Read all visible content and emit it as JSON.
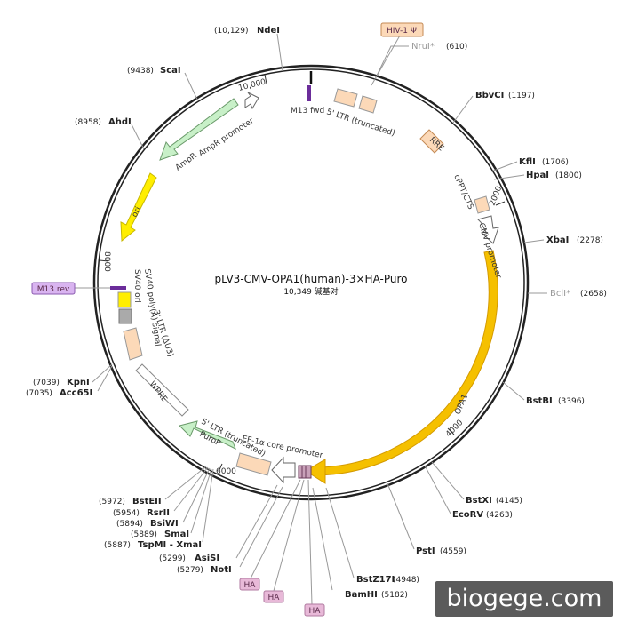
{
  "plasmid": {
    "name": "pLV3-CMV-OPA1(human)-3×HA-Puro",
    "size_text": "10,349 碱基对",
    "length": 10349
  },
  "ticks": [
    "2000",
    "4000",
    "6000",
    "8000",
    "10,000"
  ],
  "features": [
    {
      "name": "M13 fwd",
      "type": "primer"
    },
    {
      "name": "5' LTR (truncated)",
      "type": "ltr"
    },
    {
      "name": "RRE",
      "type": "misc"
    },
    {
      "name": "cPPT/CTS",
      "type": "misc"
    },
    {
      "name": "CMV promoter",
      "type": "promoter"
    },
    {
      "name": "OPA1",
      "type": "cds"
    },
    {
      "name": "EF-1α core promoter",
      "type": "promoter"
    },
    {
      "name": "PuroR",
      "type": "marker"
    },
    {
      "name": "5' LTR (truncated)",
      "type": "ltr"
    },
    {
      "name": "WPRE",
      "type": "misc"
    },
    {
      "name": "3' LTR (ΔU3)",
      "type": "ltr"
    },
    {
      "name": "SV40 poly(A) signal",
      "type": "polya"
    },
    {
      "name": "SV40 ori",
      "type": "ori"
    },
    {
      "name": "ori",
      "type": "ori"
    },
    {
      "name": "AmpR",
      "type": "marker"
    },
    {
      "name": "AmpR promoter",
      "type": "promoter"
    }
  ],
  "tags": [
    "HIV-1 Ψ",
    "M13 rev",
    "HA",
    "HA",
    "HA"
  ],
  "sites": [
    {
      "name": "NdeI",
      "pos": "(10,129)",
      "grey": false
    },
    {
      "name": "NruI*",
      "pos": "(610)",
      "grey": true
    },
    {
      "name": "BbvCI",
      "pos": "(1197)",
      "grey": false
    },
    {
      "name": "KflI",
      "pos": "(1706)",
      "grey": false
    },
    {
      "name": "HpaI",
      "pos": "(1800)",
      "grey": false
    },
    {
      "name": "XbaI",
      "pos": "(2278)",
      "grey": false
    },
    {
      "name": "BclI*",
      "pos": "(2658)",
      "grey": true
    },
    {
      "name": "BstBI",
      "pos": "(3396)",
      "grey": false
    },
    {
      "name": "BstXI",
      "pos": "(4145)",
      "grey": false
    },
    {
      "name": "EcoRV",
      "pos": "(4263)",
      "grey": false
    },
    {
      "name": "PstI",
      "pos": "(4559)",
      "grey": false
    },
    {
      "name": "BstZ17I",
      "pos": "(4948)",
      "grey": false
    },
    {
      "name": "BamHI",
      "pos": "(5182)",
      "grey": false
    },
    {
      "name": "NotI",
      "pos": "(5279)",
      "grey": false
    },
    {
      "name": "AsiSI",
      "pos": "(5299)",
      "grey": false
    },
    {
      "name": "TspMI - XmaI",
      "pos": "(5887)",
      "grey": false
    },
    {
      "name": "SmaI",
      "pos": "(5889)",
      "grey": false
    },
    {
      "name": "BsiWI",
      "pos": "(5894)",
      "grey": false
    },
    {
      "name": "RsrII",
      "pos": "(5954)",
      "grey": false
    },
    {
      "name": "BstEII",
      "pos": "(5972)",
      "grey": false
    },
    {
      "name": "Acc65I",
      "pos": "(7035)",
      "grey": false
    },
    {
      "name": "KpnI",
      "pos": "(7039)",
      "grey": false
    },
    {
      "name": "AhdI",
      "pos": "(8958)",
      "grey": false
    },
    {
      "name": "ScaI",
      "pos": "(9438)",
      "grey": false
    }
  ],
  "colors": {
    "backbone": "#222222",
    "cds": "#f5c000",
    "cds_edge": "#d49a00",
    "marker": "#c8f0c8",
    "ori": "#ffee00",
    "ltr": "#fcd9b8",
    "promoter": "#ffffff",
    "primer": "#6b2d9a",
    "tag_fill": "#e8b9d8",
    "tag_stroke": "#b07aa0",
    "watermark_bg": "#5b5b5b"
  },
  "watermark": "biogege.com"
}
